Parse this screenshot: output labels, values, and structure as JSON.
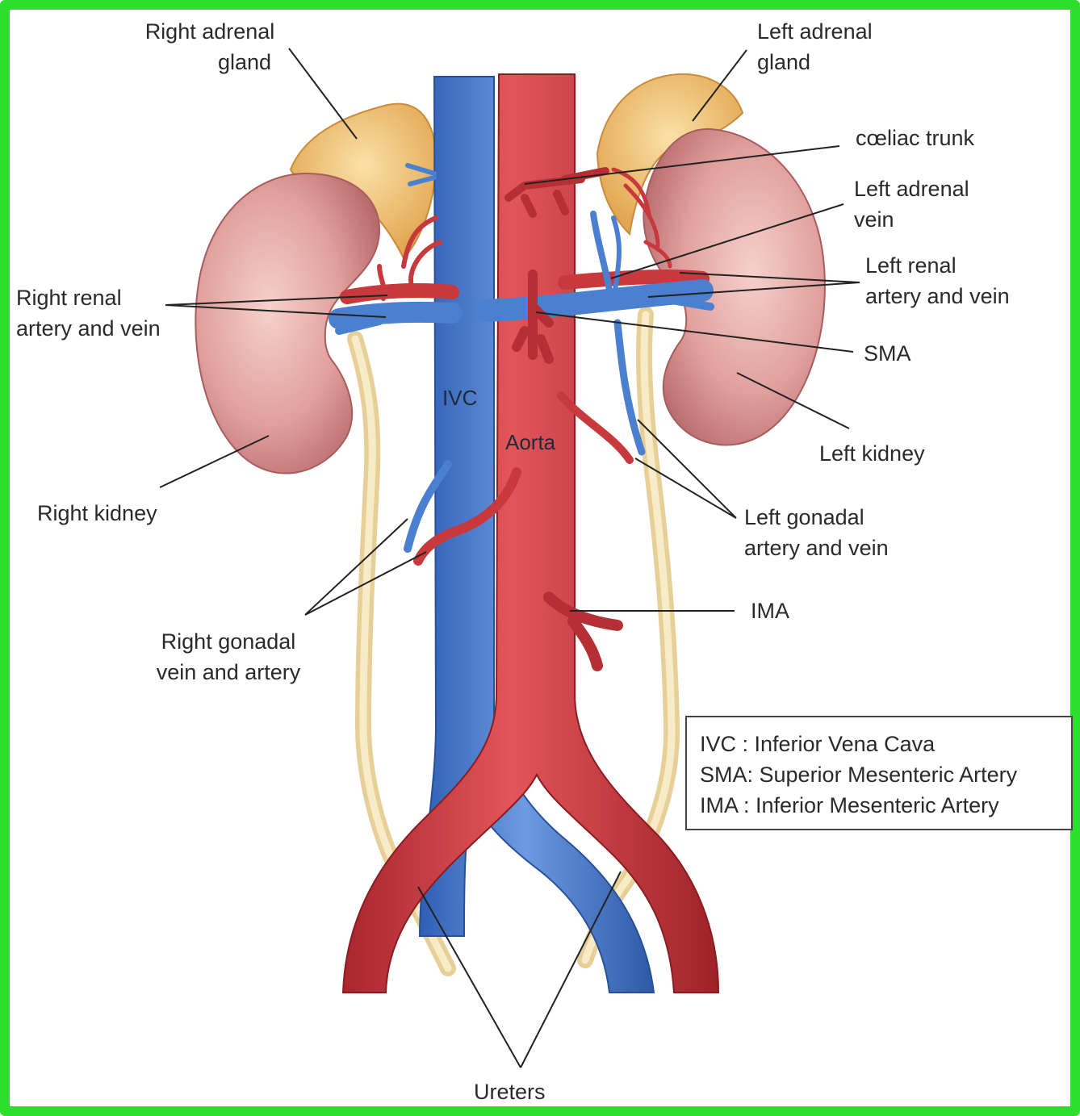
{
  "labels": {
    "right_adrenal_gland": [
      "Right adrenal",
      "gland"
    ],
    "left_adrenal_gland": [
      "Left adrenal",
      "gland"
    ],
    "coeliac_trunk": "cœliac trunk",
    "left_adrenal_vein": [
      "Left adrenal",
      "vein"
    ],
    "left_renal": [
      "Left renal",
      "artery and vein"
    ],
    "right_renal": [
      "Right renal",
      "artery and vein"
    ],
    "sma": "SMA",
    "left_kidney": "Left kidney",
    "right_kidney": "Right kidney",
    "ivc": "IVC",
    "aorta": "Aorta",
    "left_gonadal": [
      "Left gonadal",
      "artery and vein"
    ],
    "ima": "IMA",
    "right_gonadal": [
      "Right gonadal",
      "vein and artery"
    ],
    "ureters": "Ureters"
  },
  "legend": [
    "IVC  : Inferior Vena Cava",
    "SMA: Superior Mesenteric Artery",
    "IMA : Inferior Mesenteric Artery"
  ],
  "colors": {
    "frame": "#2cdf2c",
    "artery": "#c8393e",
    "vein": "#4b7fd0",
    "kidney": "#d98f8f",
    "adrenal": "#f0c277",
    "ureter": "#f0dcaa"
  }
}
